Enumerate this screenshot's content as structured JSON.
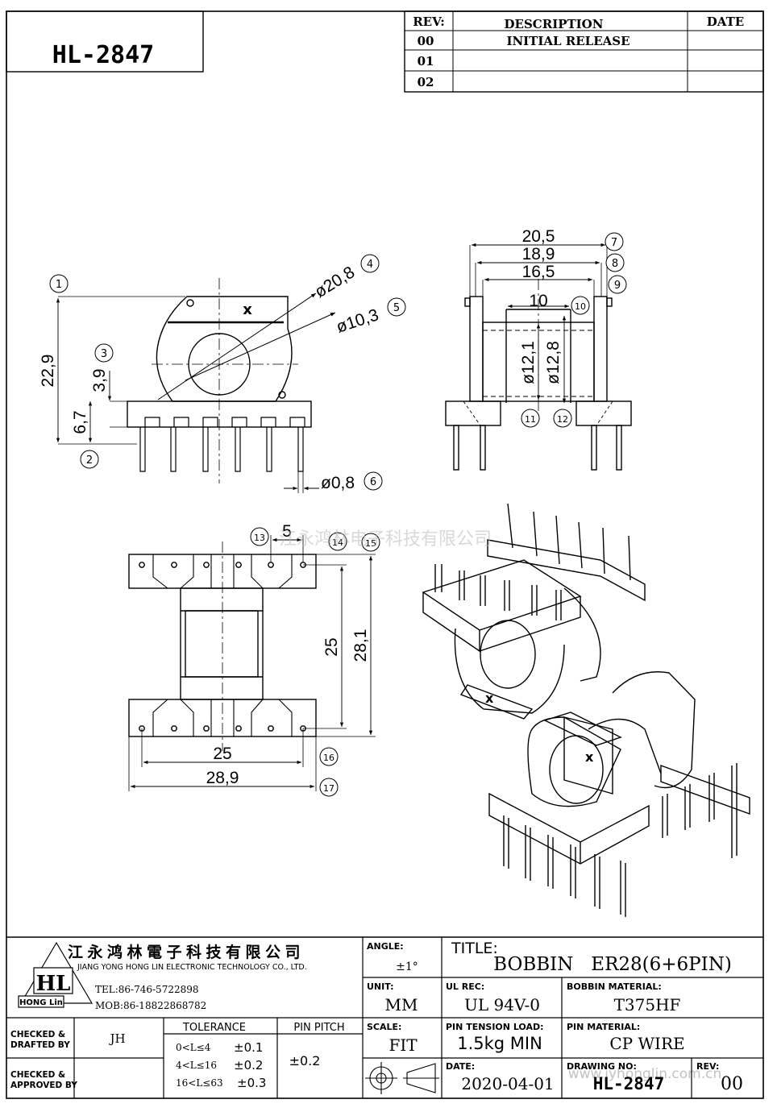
{
  "part_number": "HL-2847",
  "revision_table": {
    "headers": [
      "REV:",
      "DESCRIPTION",
      "DATE"
    ],
    "rows": [
      {
        "rev": "00",
        "description": "INITIAL RELEASE",
        "date": ""
      },
      {
        "rev": "01",
        "description": "",
        "date": ""
      },
      {
        "rev": "02",
        "description": "",
        "date": ""
      }
    ]
  },
  "dimensions": {
    "height_total": "22,9",
    "d_3": "3,9",
    "d_2": "6,7",
    "dia_outer": "ø20,8",
    "dia_inner": "ø10,3",
    "pin_dia": "ø0,8",
    "w_20_5": "20,5",
    "w_18_9": "18,9",
    "w_16_5": "16,5",
    "w_10": "10",
    "dia_12_1": "ø12,1",
    "dia_12_8": "ø12,8",
    "pitch_5": "5",
    "span_25_v": "25",
    "span_28_1": "28,1",
    "span_25_h": "25",
    "span_28_9": "28,9"
  },
  "callouts": [
    "1",
    "2",
    "3",
    "4",
    "5",
    "6",
    "7",
    "8",
    "9",
    "10",
    "11",
    "12",
    "13",
    "14",
    "15",
    "16",
    "17"
  ],
  "mark_x": "x",
  "watermark_top": "江永鸿林电子科技有限公司",
  "watermark_bottom": "www.jyhonglin.com.cn",
  "title_block": {
    "company_cn": "江永鸿林電子科技有限公司",
    "company_en": "JIANG YONG HONG LIN ELECTRONIC TECHNOLOGY CO., LTD.",
    "logo_text": "HL",
    "logo_sub": "HONG Lin",
    "tel": "TEL:86-746-5722898",
    "mob": "MOB:86-18822868782",
    "checked_drafted_label_1": "CHECKED &",
    "checked_drafted_label_2": "DRAFTED BY",
    "checked_drafted_value": "JH",
    "checked_approved_label_1": "CHECKED &",
    "checked_approved_label_2": "APPROVED BY",
    "checked_approved_value": "",
    "tolerance_label": "TOLERANCE",
    "tolerance_rows": [
      {
        "range": "0<L≤4",
        "value": "±0.1"
      },
      {
        "range": "4<L≤16",
        "value": "±0.2"
      },
      {
        "range": "16<L≤63",
        "value": "±0.3"
      }
    ],
    "pin_pitch_label": "PIN PITCH",
    "pin_pitch_value": "±0.2",
    "angle_label": "ANGLE:",
    "angle_value": "±1°",
    "unit_label": "UNIT:",
    "unit_value": "MM",
    "scale_label": "SCALE:",
    "scale_value": "FIT",
    "title_label": "TITLE:",
    "title_value": "BOBBIN   ER28(6+6PIN)",
    "ul_rec_label": "UL REC:",
    "ul_rec_value": "UL 94V-0",
    "bobbin_material_label": "BOBBIN MATERIAL:",
    "bobbin_material_value": "T375HF",
    "pin_tension_label": "PIN TENSION LOAD:",
    "pin_tension_value": "1.5kg MIN",
    "pin_material_label": "PIN MATERIAL:",
    "pin_material_value": "CP WIRE",
    "date_label": "DATE:",
    "date_value": "2020-04-01",
    "drawing_no_label": "DRAWING NO:",
    "drawing_no_value": "HL-2847",
    "rev_label": "REV:",
    "rev_value": "00"
  }
}
